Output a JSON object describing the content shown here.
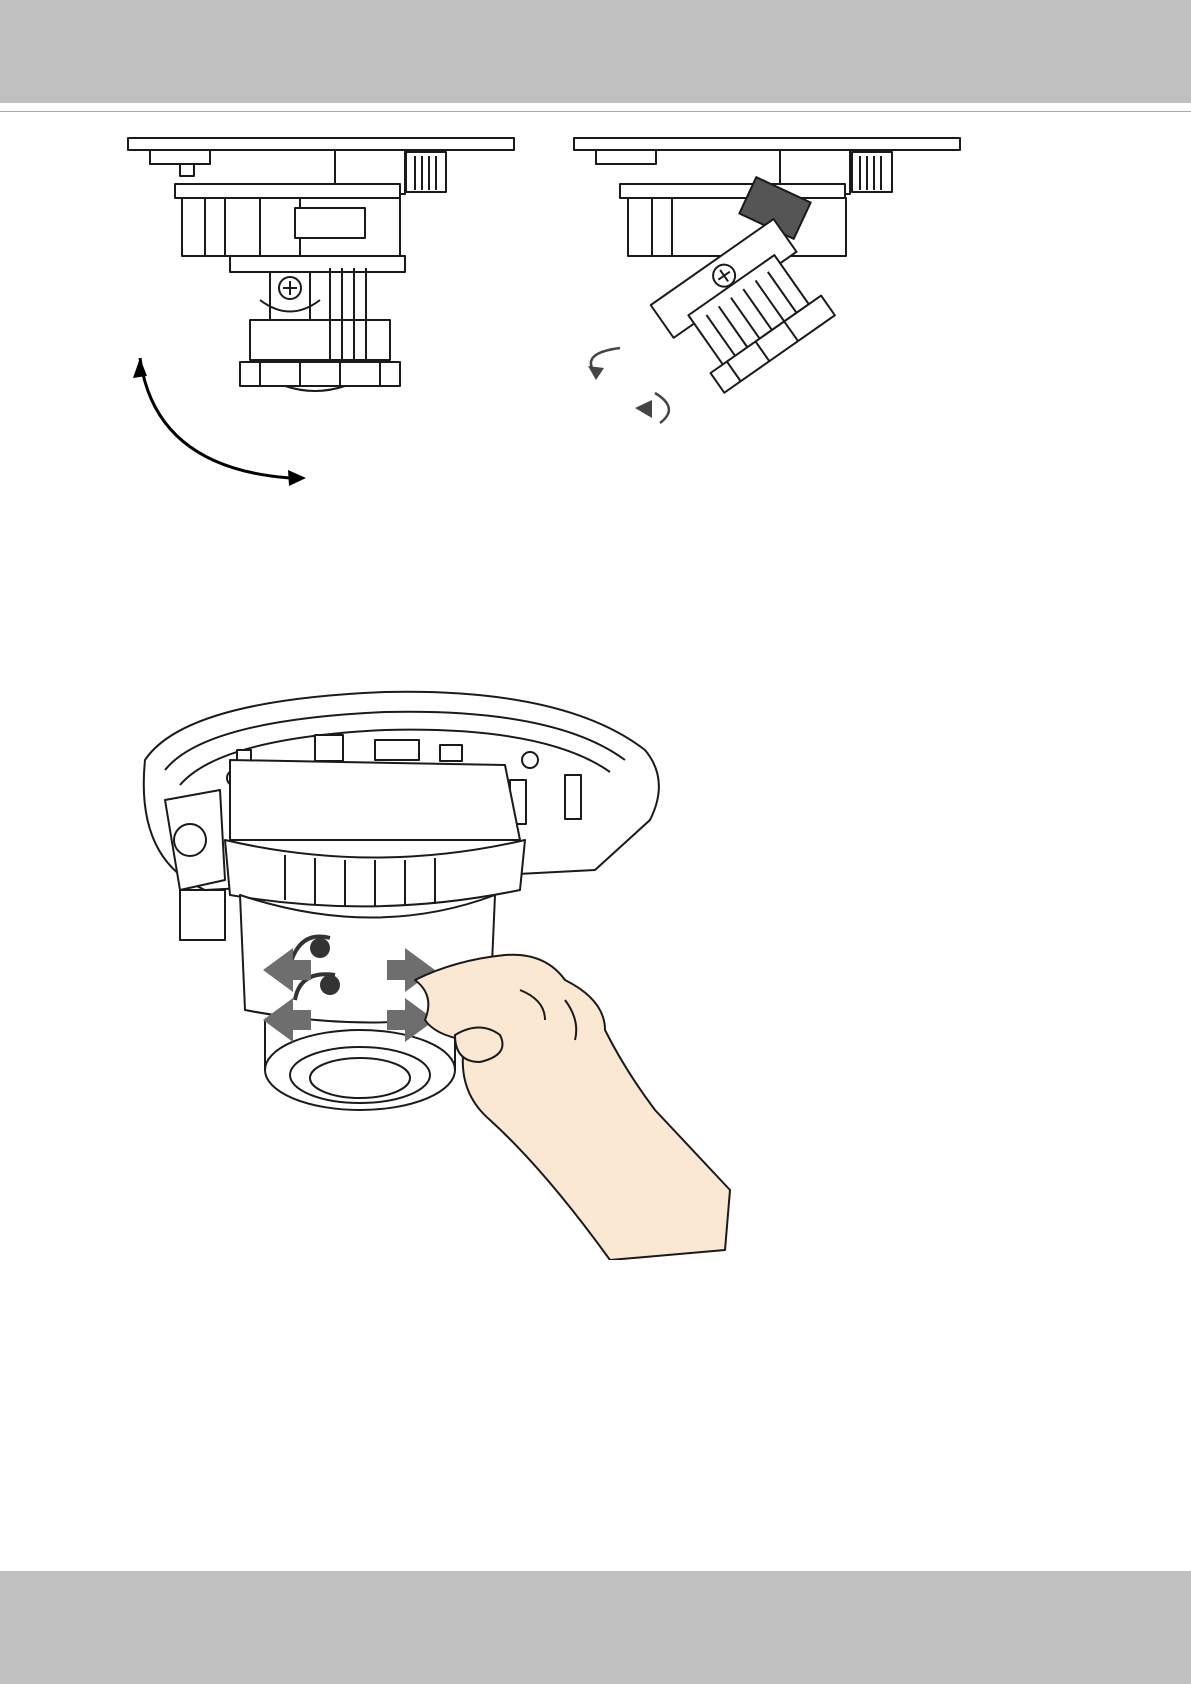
{
  "colors": {
    "band": "#c0c0c0",
    "rule": "#a8a8a8",
    "line_art": "#1a1a1a",
    "arrow_grey": "#6e6e6e",
    "skin": "#fbe8d2"
  },
  "figures": [
    {
      "id": "tilt-a",
      "icon": "camera-module-side-icon"
    },
    {
      "id": "tilt-b",
      "icon": "camera-module-tilted-icon"
    },
    {
      "id": "focus-zoom",
      "icon": "hand-adjusting-lens-icon"
    }
  ]
}
